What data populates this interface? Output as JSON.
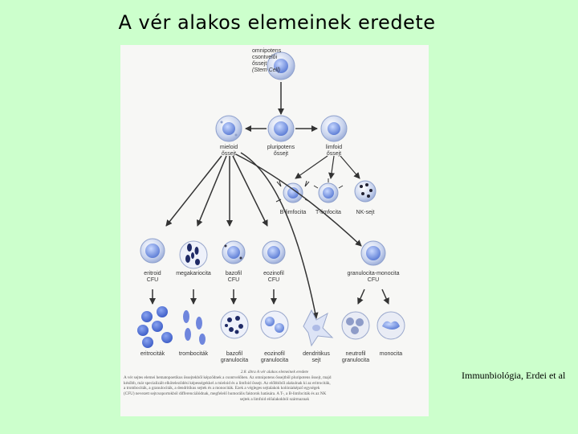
{
  "title": "A vér alakos elemeinek eredete",
  "credit": "Immunbiológia, Erdei et al",
  "diagram": {
    "stem": [
      "omnipotens",
      "csontvelői",
      "őssejt",
      "(Stem Cell)"
    ],
    "myeloid": [
      "mieloid",
      "őssejt"
    ],
    "pluripotent": [
      "pluripotens",
      "őssejt"
    ],
    "lymphoid": [
      "limfoid",
      "őssejt"
    ],
    "b_lymph": "B-limfocita",
    "t_lymph": "T-limfocita",
    "nk": "NK-sejt",
    "erythroid_cfu": [
      "eritroid",
      "CFU"
    ],
    "megakaryocyte": "megakariocita",
    "basophil_cfu": [
      "bazofil",
      "CFU"
    ],
    "eosinophil_cfu": [
      "eozinofil",
      "CFU"
    ],
    "gm_cfu": [
      "granulocita-monocita",
      "CFU"
    ],
    "erythrocytes": "eritrociták",
    "thrombocytes": "trombociták",
    "basophil": [
      "bazofil",
      "granulocita"
    ],
    "eosinophil": [
      "eozinofil",
      "granulocita"
    ],
    "dendritic": [
      "dendritikus",
      "sejt"
    ],
    "neutrophil": [
      "neutrofil",
      "granulocita"
    ],
    "monocyte": "monocita"
  },
  "caption": {
    "heading": "2.8. ábra   A vér alakos elemeinek eredete",
    "lines": [
      "A vér sejtes elemei hematopoetikus őssejtekből képződnek a csontvelőben. Az omnipotens őssejtből pluripotens őssejt, majd",
      "később, már specializált elköteleződési képességekkel a mieloid és a limfoid őssejt. Az előbbiből alakulnak ki az eritrociták,",
      "a trombociták, a granulociták, a dendritikus sejtek és a monociták. Ezek a végleges sejtalakok kolóniaképző egységek",
      "(CFU) nevezett sejtcsoportokból differenciálódnak, megfelelő humorális faktorok hatására. A T-, a B-limfociták és az NK",
      "sejtek a limfoid előalakokból származnak"
    ]
  }
}
